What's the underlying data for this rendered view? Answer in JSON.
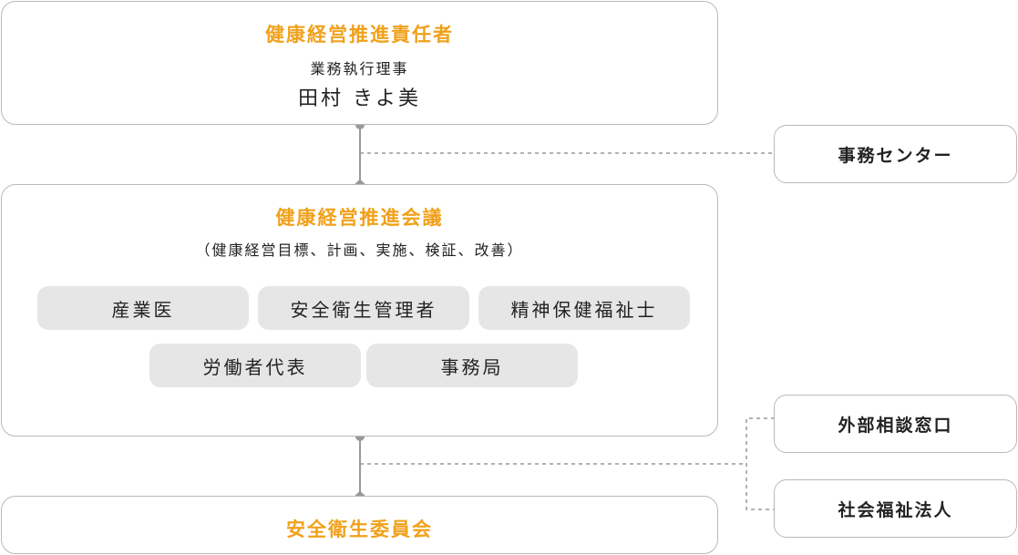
{
  "colors": {
    "accent": "#f0a11b",
    "border": "#b9b9b9",
    "pill": "#e6e6e6",
    "line": "#999999"
  },
  "top_box": {
    "title": "健康経営推進責任者",
    "role": "業務執行理事",
    "person": "田村 きよ美"
  },
  "council": {
    "title": "健康経営推進会議",
    "subtitle": "（健康経営目標、計画、実施、検証、改善）",
    "members_row1": [
      "産業医",
      "安全衛生管理者",
      "精神保健福祉士"
    ],
    "members_row2": [
      "労働者代表",
      "事務局"
    ]
  },
  "committee": {
    "title": "安全衛生委員会"
  },
  "side": {
    "office_center": "事務センター",
    "external_consult": "外部相談窓口",
    "welfare_corp": "社会福祉法人"
  }
}
